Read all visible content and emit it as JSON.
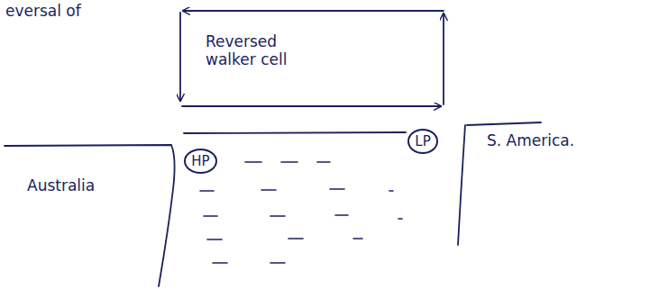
{
  "diagram": {
    "nodes": [
      {
        "text": [
          "HP"
        ]
      },
      {
        "text": [
          "LP"
        ]
      }
    ],
    "labels": [
      "eversal of",
      "Reversed walker cell",
      "Australia",
      "S. America."
    ]
  }
}
